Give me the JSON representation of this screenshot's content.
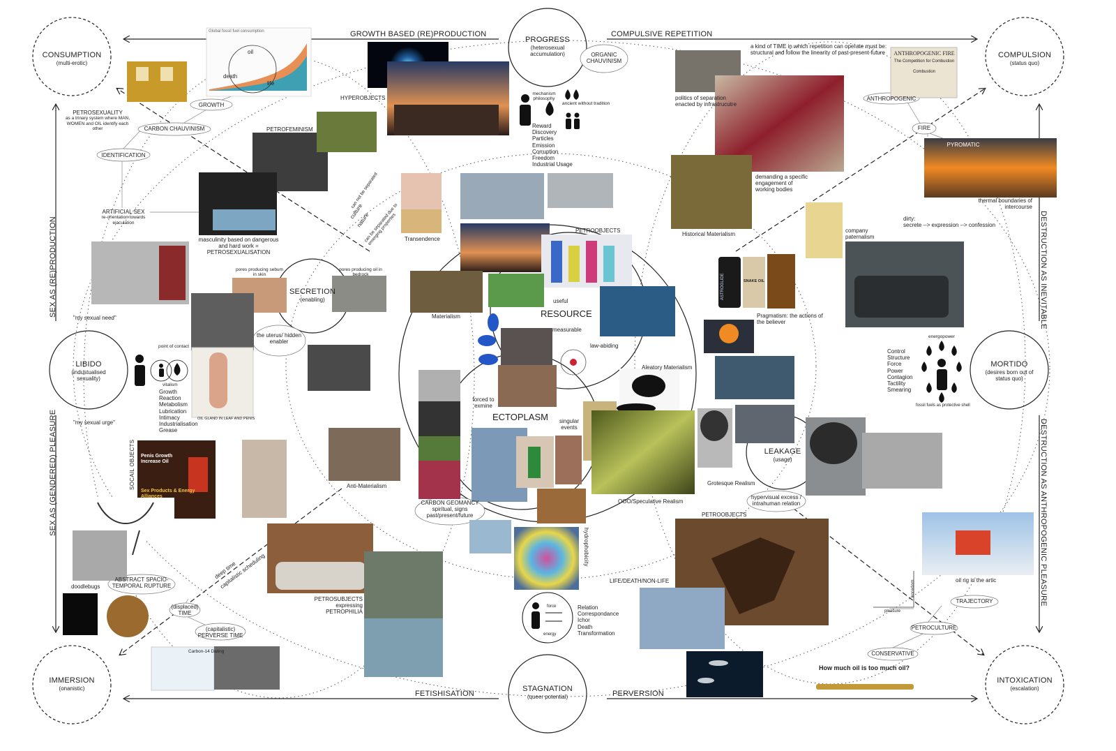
{
  "corners": {
    "consumption": {
      "title": "CONSUMPTION",
      "sub": "(multi-erotic)"
    },
    "compulsion": {
      "title": "COMPULSION",
      "sub": "(status quo)"
    },
    "immersion": {
      "title": "IMMERSION",
      "sub": "(onanistic)"
    },
    "intoxication": {
      "title": "INTOXICATION",
      "sub": "(escalation)"
    }
  },
  "axes": {
    "progress": {
      "title": "PROGRESS",
      "sub": "(heterosexual accumulation)"
    },
    "stagnation": {
      "title": "STAGNATION",
      "sub": "(queer potential)"
    },
    "libido": {
      "title": "LIBIDO",
      "sub": "(industualised sexuality)"
    },
    "mortido": {
      "title": "MORTIDO",
      "sub": "(desires born out of status quo)"
    }
  },
  "edges": {
    "top_left": "GROWTH BASED (RE)PRODUCTION",
    "top_right": "COMPULSIVE REPETITION",
    "bottom_left": "FETISHISATION",
    "bottom_right": "PERVERSION",
    "left_top": "SEX AS (RE)PRODUCTION",
    "left_bottom": "SEX AS (GENDERED) PLEASURE",
    "right_top": "DESTRUCTION AS INEVITABLE",
    "right_bottom": "DESTRUCTION AS ANTHROPOGENIC PLEASURE"
  },
  "center": {
    "resource": "RESOURCE",
    "ectoplasm": "ECTOPLASM",
    "secretion": {
      "title": "SECRETION",
      "sub": "(enabling)"
    },
    "leakage": {
      "title": "LEAKAGE",
      "sub": "(usage)"
    },
    "useful": "useful",
    "measurable": "measurable",
    "law_abiding": "law-abiding",
    "forced": "forced to exmine",
    "singular": "singular events"
  },
  "ovals": {
    "growth": "GROWTH",
    "carbon_chauvinism": "CARBON CHAUVINISM",
    "identification": "IDENTIFICATION",
    "organic_chauvinism": "ORGANIC CHAUVINISM",
    "anthropogenic": "ANTHROPOGENIC",
    "fire": "FIRE",
    "pyromatic": "PYROMATIC",
    "uterus": "the uterus/ hidden enabler",
    "carbon_geomancy": "CARBON GEOMANCY spiritual, signs past/present/future",
    "hypervisual": "hypervisual excess / intrahuman relation",
    "abstract_rupture": "ABSTRACT SPACIO-TEMPORAL RUPTURE",
    "displaced_time": "(displaced) TIME",
    "perverse_time": "(capitalistic) PERVERSE TIME",
    "trajectory": "TRAJECTORY",
    "petroculture": "PETROCULTURE",
    "conservative": "CONSERVATIVE"
  },
  "labels": {
    "chart_oil": "oil",
    "chart_death": "death",
    "chart_life": "life",
    "chart_title": "Global fossil fuel consumption",
    "petrosexuality": "PETROSEXUALITY",
    "petrosexuality_note": "as a trinary system where MAN, WOMEN and OIL identify each other",
    "petrofeminism": "PETROFEMINISM",
    "hyperobjects": "HYPEROBJECTS",
    "artificial_sex": "ARTIFICIAL SEX",
    "artificial_sex_note": "re-orientation towards ejaculation",
    "masculinity": "masculinity based on dangerous and hard work = PETROSEXUALISATION",
    "sexual_need": "\"my sexual need\"",
    "sexual_urge": "\"my sexual urge\"",
    "pores_skin": "pores producing sebum in skin",
    "pores_bedrock": "pores producing oil in bedrock",
    "point_contact": "point of contact",
    "vitalism": "vitalism",
    "libido_list": "Growth\nReaction\nMetabolism\nLubrication\nIntimacy\nIndustrialisation\nGrease",
    "oil_gland": "OIL GLAND IN LEAF AND PENIS",
    "socail_objects": "SOCAIL OBJECTS",
    "doodlebugs": "doodlebugs",
    "deep_time": "deep time",
    "capitalistic_scheduling": "capitalistic scheduling",
    "carbon14": "Carbon-14 Dating",
    "petrosubjects": "PETROSUBJECTS expressing PETROPHILIA",
    "anti_materialism": "Anti-Materialism",
    "materialism": "Materialism",
    "transendence": "Transendence",
    "culture": "culture",
    "nature": "nature",
    "cannot_separated": "can not be separated",
    "can_separated": "can be separated due to emerging properties",
    "mechanism_philosophy": "mechanism philosophy",
    "ancient_tradition": "ancient without tradition",
    "progress_list": "Reward\nDiscovery\nParticles\nEmission\nCorruption\nFreedom\nIndustrial Usage",
    "petroobjects_top": "PETROOBJECTS",
    "petroobjects_bottom": "PETROOBJECTS",
    "aleatory": "Aleatory Materialism",
    "ooo": "OOO/Speculative Realism",
    "grotesque": "Grotesque Realism",
    "hydrophobicity": "hydrophobicity",
    "life_death": "LIFE/DEATH/NON-LIFE",
    "relation_list": "Relation\nCorrespondance\nIchor\nDeath\nTransformation",
    "force": "force",
    "energy": "energy",
    "time_note": "a kind of TIME in which repetition can operate must be: structural and follow the linearity of past-present-future",
    "anthropogenic_fire": "ANTHROPOGENIC FIRE",
    "competition": "The Competition for Combustion",
    "politics_separation": "politics of separation enacted by infrastrucutre",
    "demanding": "demanding a specific engagement of working bodies",
    "historical_materialism": "Historical Materialism",
    "company_paternalism": "company paternalism",
    "dirty": "dirty:\nsecrete --> expression --> confession",
    "thermal": "thermal boundaries of intercourse",
    "pragmatism": "Pragmatism: the actions of the believer",
    "energopower": "energopower",
    "mortido_list": "Control\nStructure\nForce\nPower\nContagion\nTactility\nSmearing",
    "fossil_shell": "fossil fuels as protective shell",
    "oil_rig": "oil rig in the artic",
    "boredom": "boredom",
    "pleasure": "pleasure",
    "how_much": "How much oil is too much oil?",
    "sex_products": "Sex Products & Energy Alliances",
    "penis_growth": "Penis Growth Increase Oil",
    "anthro_small": "Combustion",
    "astroglide": "ASTROGLIDE",
    "snake_oil": "SNAKE OIL"
  },
  "colors": {
    "oil_red": "#8e1f2c",
    "oil_black": "#111111",
    "pill_blue": "#2356c7",
    "line": "#222222"
  }
}
